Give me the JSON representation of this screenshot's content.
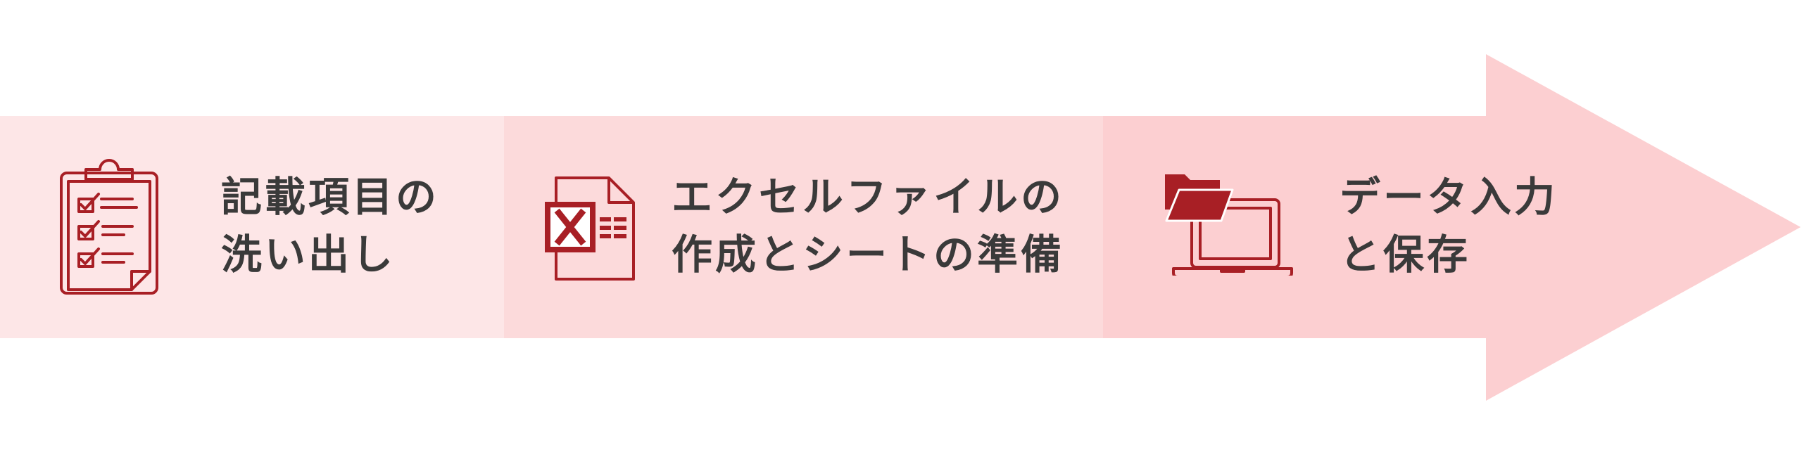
{
  "colors": {
    "segment_1": "#fde6e7",
    "segment_2": "#fcdadb",
    "segment_3": "#fccfd1",
    "icon_red": "#a81f25",
    "text": "#3a3a3a"
  },
  "steps": [
    {
      "icon": "clipboard-checklist-icon",
      "line1": "記載項目の",
      "line2": "洗い出し"
    },
    {
      "icon": "excel-file-icon",
      "line1": "エクセルファイルの",
      "line2": "作成とシートの準備"
    },
    {
      "icon": "folder-laptop-icon",
      "line1": "データ入力",
      "line2": "と保存"
    }
  ]
}
